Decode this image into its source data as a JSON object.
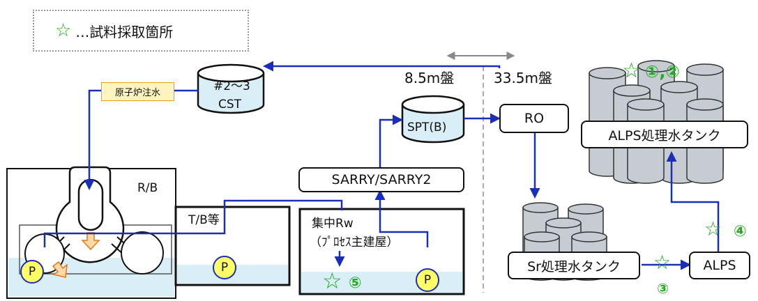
{
  "legend": {
    "star": "☆",
    "text": "…試料採取箇所"
  },
  "labels": {
    "cst_line1": "#2～3",
    "cst_line2": "CST",
    "reactor_injection": "原子炉注水",
    "sptb": "SPT(B)",
    "ro": "RO",
    "sarry": "SARRY/SARRY2",
    "rb": "R/B",
    "tb": "T/B等",
    "shuchu_line1": "集中Rw",
    "shuchu_line2": "（ﾌﾟﾛｾｽ主建屋）",
    "deck_85": "8.5m盤",
    "deck_335": "33.5m盤",
    "alps_tank": "ALPS処理水タンク",
    "sr_tank": "Sr処理水タンク",
    "alps": "ALPS",
    "pump": "P"
  },
  "sample_points": {
    "p12": "①,②",
    "p3": "③",
    "p4": "④",
    "p5": "⑤",
    "star": "☆"
  },
  "colors": {
    "flow": "#1a2eb8",
    "star": "#22aa22",
    "tank_fill": "#c7ccd2",
    "water": "#d9eef6",
    "pump_fill": "#ffff66"
  }
}
